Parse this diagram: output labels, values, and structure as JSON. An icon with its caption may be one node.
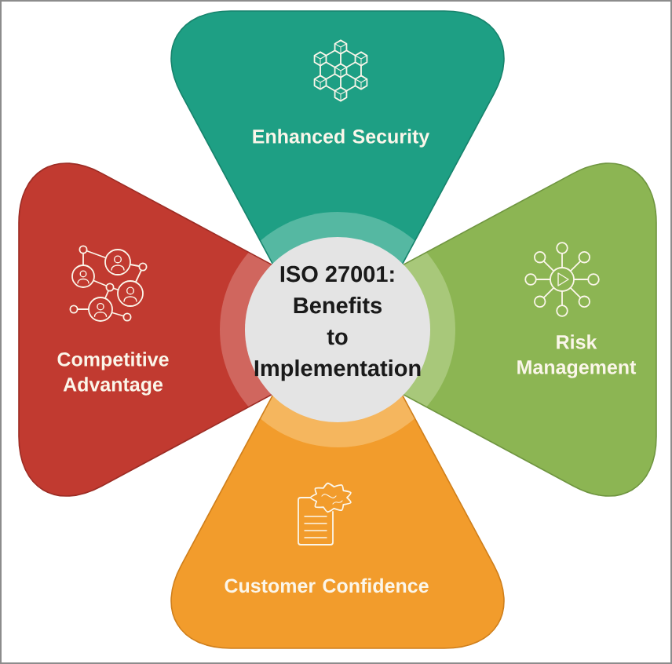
{
  "diagram": {
    "nodes": [
      {
        "text": [
          "Enhanced Security"
        ]
      },
      {
        "text": [
          "Competitive Advantage"
        ]
      },
      {
        "text": [
          "ISO 27001: Benefits to Implementation"
        ]
      },
      {
        "text": [
          "Risk Management"
        ]
      },
      {
        "text": [
          "Customer Confidence"
        ]
      }
    ]
  }
}
